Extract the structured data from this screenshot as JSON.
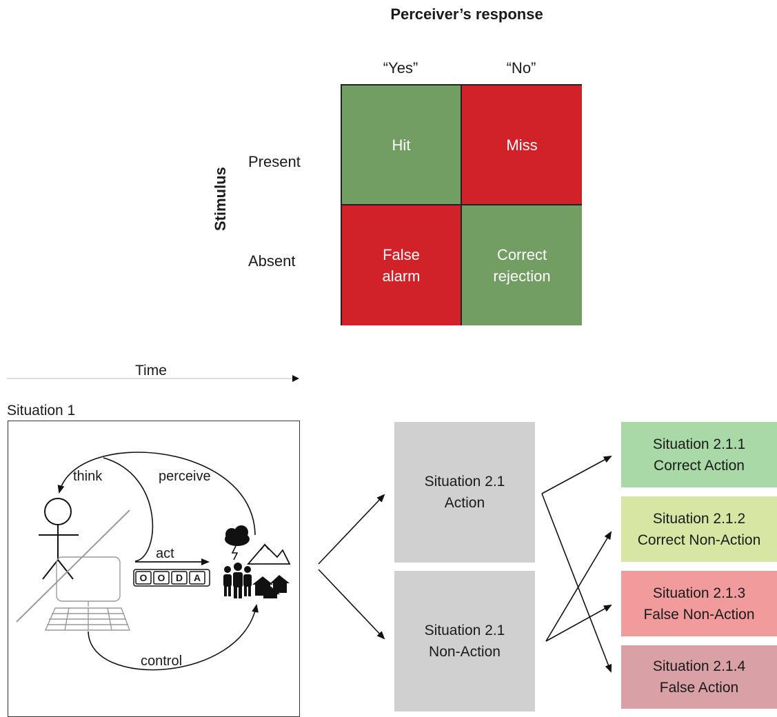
{
  "matrix": {
    "title": "Perceiver’s response",
    "col_headers": [
      "“Yes”",
      "“No”"
    ],
    "row_axis_label": "Stimulus",
    "row_headers": [
      "Present",
      "Absent"
    ],
    "cells": {
      "hit": {
        "line1": "Hit",
        "line2": ""
      },
      "miss": {
        "line1": "Miss",
        "line2": ""
      },
      "false_alarm": {
        "line1": "False",
        "line2": "alarm"
      },
      "correct_rejection": {
        "line1": "Correct",
        "line2": "rejection"
      }
    },
    "colors": {
      "green": "#739e63",
      "red": "#d12129"
    }
  },
  "timeline": {
    "label": "Time"
  },
  "situation1": {
    "label": "Situation 1",
    "labels": {
      "think": "think",
      "perceive": "perceive",
      "act": "act",
      "control": "control"
    },
    "ooda": [
      "O",
      "O",
      "D",
      "A"
    ],
    "icons": [
      "person-icon",
      "computer-icon",
      "storm-cloud-icon",
      "mountains-icon",
      "people-icon",
      "houses-icon"
    ]
  },
  "situation2": {
    "action": {
      "line1": "Situation 2.1",
      "line2": "Action"
    },
    "non_action": {
      "line1": "Situation 2.1",
      "line2": "Non-Action"
    },
    "box_color": "#d0d0d0"
  },
  "outcomes": [
    {
      "line1": "Situation 2.1.1",
      "line2": "Correct Action",
      "color": "#a8d9a6"
    },
    {
      "line1": "Situation 2.1.2",
      "line2": "Correct Non-Action",
      "color": "#d8e6a4"
    },
    {
      "line1": "Situation 2.1.3",
      "line2": "False Non-Action",
      "color": "#f29b9d"
    },
    {
      "line1": "Situation 2.1.4",
      "line2": "False Action",
      "color": "#d9a1a5"
    }
  ]
}
